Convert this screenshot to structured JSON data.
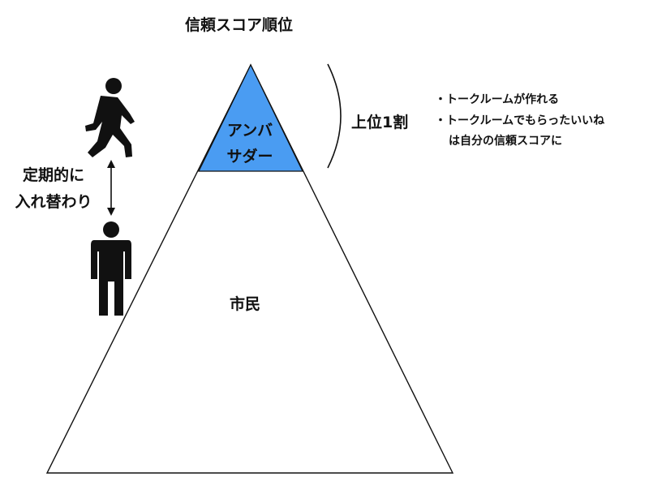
{
  "diagram": {
    "title": "信頼スコア順位",
    "tiers": {
      "ambassador_line1": "アンバ",
      "ambassador_line2": "サダー",
      "citizen": "市民"
    },
    "bracket_label": "上位1割",
    "benefits": {
      "line1": "・トークルームが作れる",
      "line2": "・トークルームでもらったいいね",
      "line3": "は自分の信頼スコアに"
    },
    "rotation": {
      "line1": "定期的に",
      "line2": "入れ替わり"
    },
    "icons": {
      "top_person": "walking-person-icon",
      "bottom_person": "standing-person-icon",
      "arrow": "double-arrow-icon"
    },
    "colors": {
      "ambassador_fill": "#4a9cf2",
      "outline": "#111111"
    }
  }
}
